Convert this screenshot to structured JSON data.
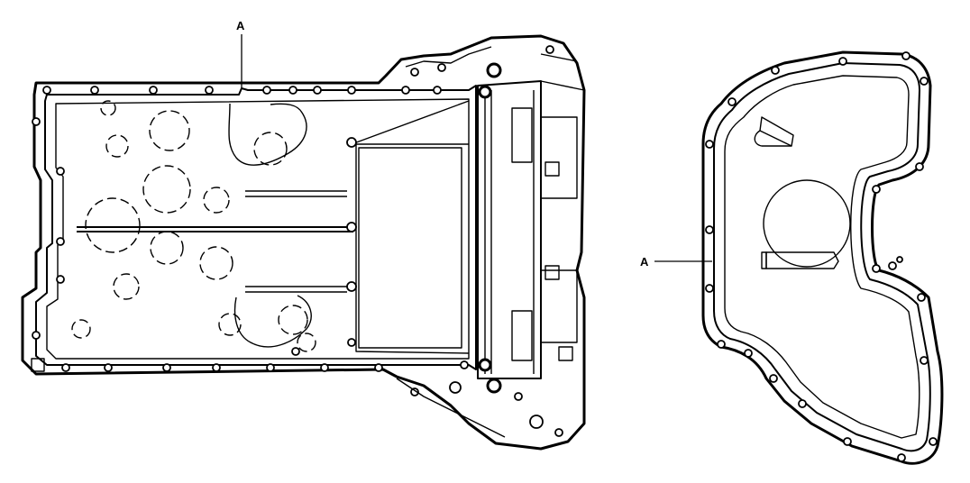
{
  "diagram": {
    "parts": [
      {
        "id": "left-oil-pan-gasket",
        "label": "A"
      },
      {
        "id": "right-oil-pan-gasket",
        "label": "A"
      }
    ]
  }
}
